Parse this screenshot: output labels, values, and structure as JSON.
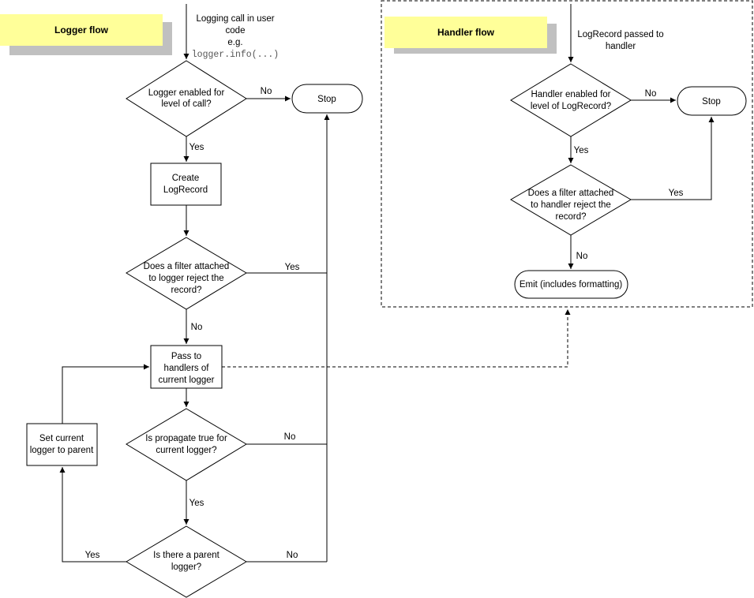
{
  "logger_flow": {
    "title": "Logger flow",
    "entry": [
      "Logging call in user",
      "code",
      "e.g."
    ],
    "entry_code": "logger.info(...)",
    "enabled_decision": [
      "Logger enabled for",
      "level of call?"
    ],
    "stop": "Stop",
    "create_record": [
      "Create",
      "LogRecord"
    ],
    "filter_decision": [
      "Does a filter attached",
      "to logger reject the",
      "record?"
    ],
    "pass_to_handlers": [
      "Pass to",
      "handlers of",
      "current logger"
    ],
    "propagate_decision": [
      "Is propagate true for",
      "current logger?"
    ],
    "parent_decision": [
      "Is there a parent",
      "logger?"
    ],
    "set_parent": [
      "Set current",
      "logger to parent"
    ],
    "labels": {
      "enabled_no": "No",
      "enabled_yes": "Yes",
      "filter_yes": "Yes",
      "filter_no": "No",
      "propagate_no": "No",
      "propagate_yes": "Yes",
      "parent_yes": "Yes",
      "parent_no": "No"
    }
  },
  "handler_flow": {
    "title": "Handler flow",
    "entry": [
      "LogRecord passed to",
      "handler"
    ],
    "enabled_decision": [
      "Handler enabled for",
      "level of LogRecord?"
    ],
    "stop": "Stop",
    "filter_decision": [
      "Does a filter attached",
      "to handler reject the",
      "record?"
    ],
    "emit": "Emit (includes formatting)",
    "labels": {
      "enabled_no": "No",
      "enabled_yes": "Yes",
      "filter_yes": "Yes",
      "filter_no": "No"
    }
  },
  "colors": {
    "note_fill": "#ffff99",
    "note_shadow": "#c0c0c0",
    "stroke": "#000000"
  }
}
